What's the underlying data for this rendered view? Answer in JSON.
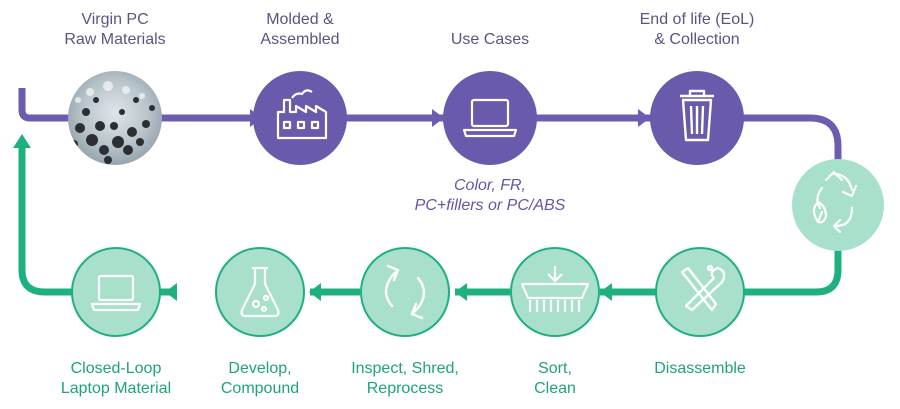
{
  "colors": {
    "purple_fill": "#6a5aab",
    "purple_line": "#6e5cb0",
    "green_line": "#1fb082",
    "green_fill": "#a8e0cb",
    "green_stroke": "#1fb082",
    "label_top": "#5a5580",
    "label_bottom": "#1ea37b",
    "note_text": "#6257a4"
  },
  "top_steps": [
    {
      "id": "virgin",
      "icon": "pellets-photo",
      "lines": [
        "Virgin PC",
        "Raw Materials"
      ]
    },
    {
      "id": "molded",
      "icon": "factory-icon",
      "lines": [
        "Molded &",
        "Assembled"
      ]
    },
    {
      "id": "use",
      "icon": "laptop-icon",
      "lines": [
        "Use Cases"
      ]
    },
    {
      "id": "eol",
      "icon": "trash-icon",
      "lines": [
        "End of life (EoL)",
        "& Collection"
      ]
    }
  ],
  "use_cases_note": [
    "Color, FR,",
    "PC+fillers or PC/ABS"
  ],
  "recycle_node": {
    "icon": "recycle-icon"
  },
  "bottom_steps": [
    {
      "id": "closed",
      "icon": "laptop-icon",
      "lines": [
        "Closed-Loop",
        "Laptop Material"
      ]
    },
    {
      "id": "develop",
      "icon": "flask-icon",
      "lines": [
        "Develop,",
        "Compound"
      ]
    },
    {
      "id": "inspect",
      "icon": "refresh-arrows-icon",
      "lines": [
        "Inspect, Shred,",
        "Reprocess"
      ]
    },
    {
      "id": "sort",
      "icon": "sort-brush-icon",
      "lines": [
        "Sort,",
        "Clean"
      ]
    },
    {
      "id": "disassemble",
      "icon": "tools-icon",
      "lines": [
        "Disassemble"
      ]
    }
  ]
}
